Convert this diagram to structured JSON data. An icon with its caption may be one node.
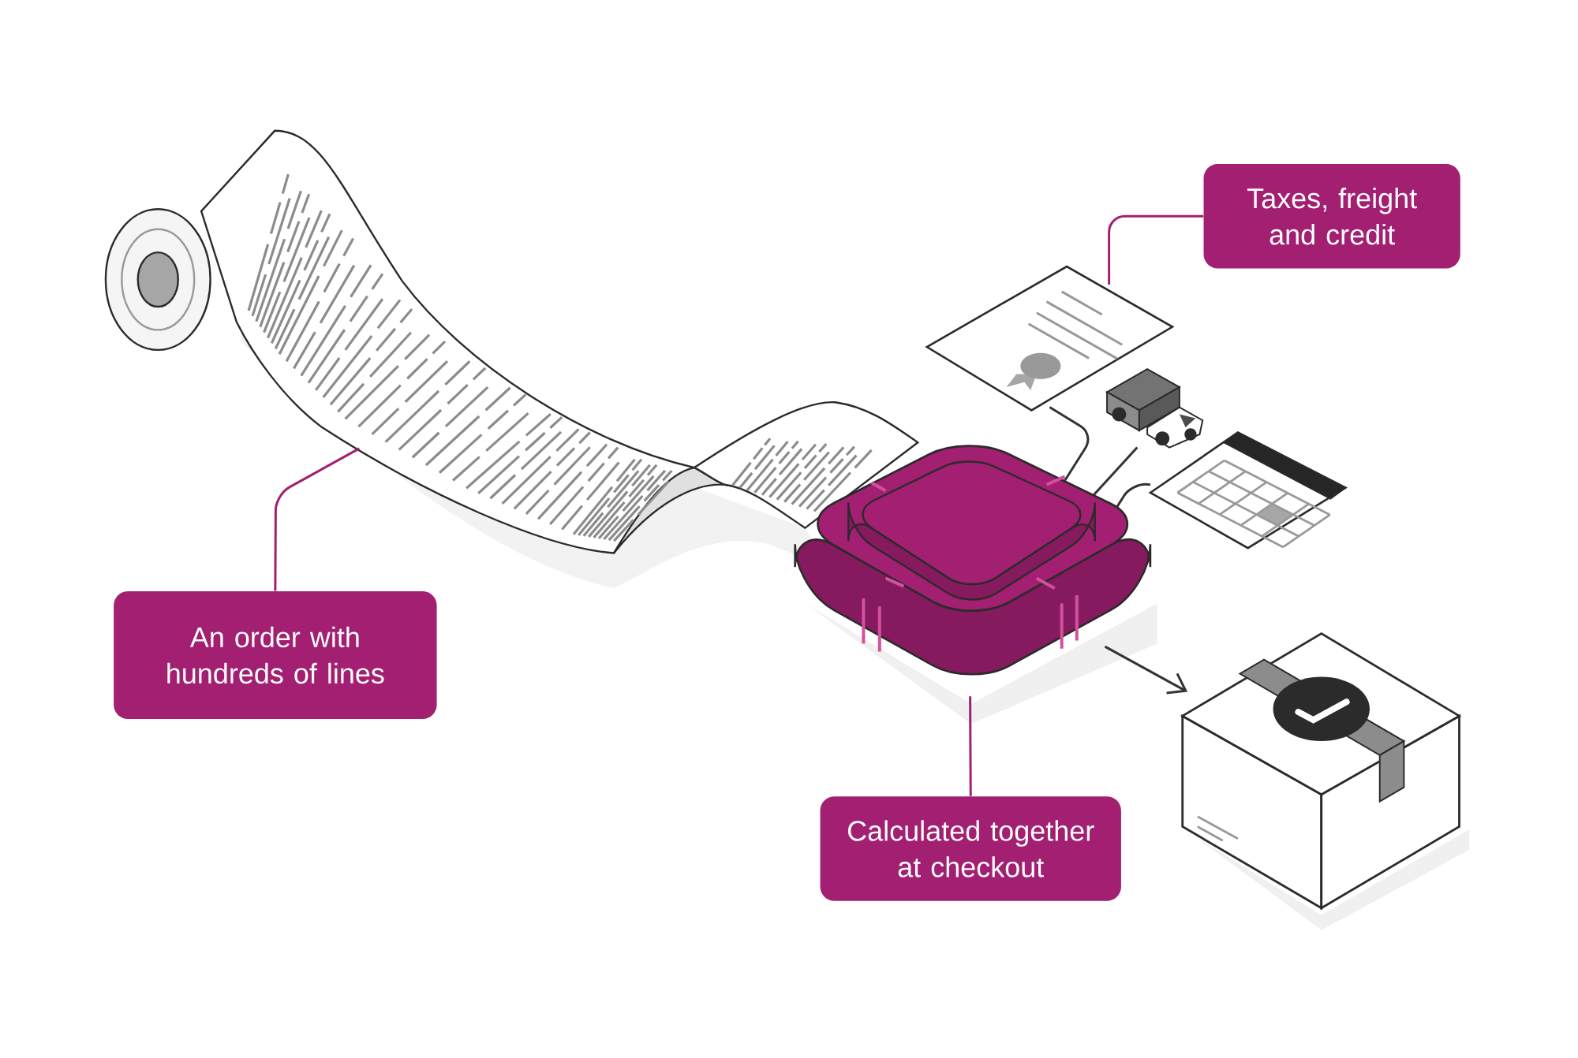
{
  "diagram": {
    "nodes": [
      {
        "text": [
          "An order with hundreds of lines"
        ]
      },
      {
        "text": [],
        "shape": "picture"
      },
      {
        "text": [
          "Taxes, freight and credit"
        ]
      },
      {
        "text": [],
        "shape": "picture"
      },
      {
        "text": [],
        "shape": "picture"
      },
      {
        "text": [],
        "shape": "picture"
      },
      {
        "text": [],
        "shape": "picture"
      },
      {
        "text": [
          "Calculated together at checkout"
        ]
      },
      {
        "text": [],
        "shape": "picture"
      }
    ],
    "edges": [
      {
        "from": 0,
        "to": 1,
        "arrow": "none",
        "color": "#a21f72"
      },
      {
        "from": 2,
        "to": 3,
        "arrow": "none",
        "color": "#a21f72"
      },
      {
        "from": 3,
        "to": 6,
        "arrow": "none"
      },
      {
        "from": 4,
        "to": 6,
        "arrow": "none"
      },
      {
        "from": 5,
        "to": 6,
        "arrow": "none"
      },
      {
        "from": 6,
        "to": 8,
        "arrow": "to"
      },
      {
        "from": 7,
        "to": 6,
        "arrow": "none",
        "color": "#a21f72"
      }
    ]
  }
}
